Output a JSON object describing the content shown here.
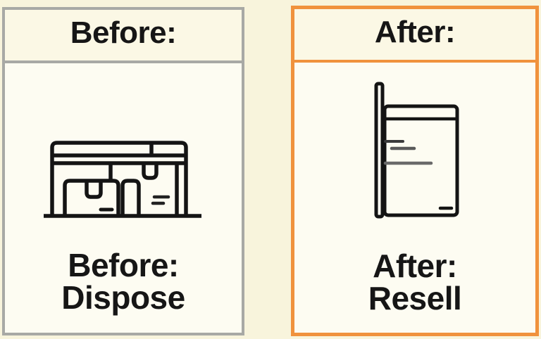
{
  "colors": {
    "page_background": "#f8f4dc",
    "panel_header_background": "#fbf8e5",
    "panel_body_background": "#fdfcf2",
    "before_border": "#a8a9a5",
    "after_border": "#f0923d",
    "text": "#161616",
    "icon_stroke": "#141414"
  },
  "before_panel": {
    "header_label": "Before:",
    "icon_name": "storage-shelf-with-boxes",
    "caption_line1": "Before:",
    "caption_line2": "Dispose"
  },
  "after_panel": {
    "header_label": "After:",
    "icon_name": "receipt-price-tag",
    "caption_line1": "After:",
    "caption_line2": "Resell"
  }
}
